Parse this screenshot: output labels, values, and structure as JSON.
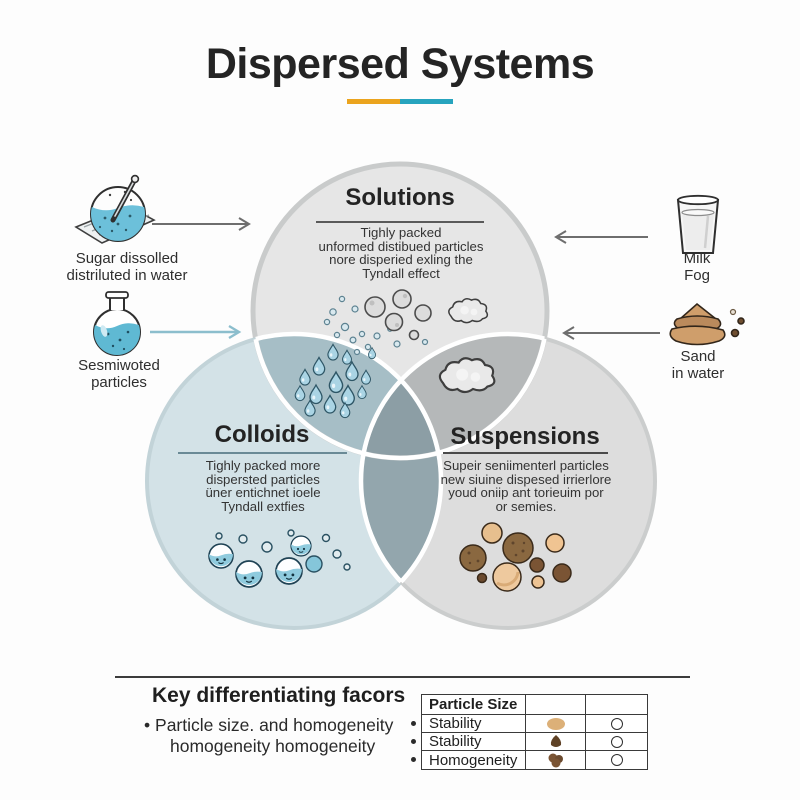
{
  "title": {
    "text": "Dispersed Systems"
  },
  "title_underline": {
    "orange": "#eba41e",
    "teal": "#27a4be"
  },
  "venn": {
    "solutions": {
      "heading": "Solutions",
      "lines": [
        "Tighly packed",
        "unformed distibued particles",
        "nore disperied exling the",
        "Tyndall effect"
      ]
    },
    "colloids": {
      "heading": "Colloids",
      "lines": [
        "Tighly packed more",
        "dispersted particles",
        "üner entichnet ioele",
        "Tyndall extfies"
      ]
    },
    "suspensions": {
      "heading": "Suspensions",
      "lines": [
        "Supeir seniimenterl particles",
        "new siuine dispesed irrierlore",
        "youd oniip ant torieuim por",
        "or semies."
      ]
    }
  },
  "annotations": {
    "sugar": {
      "line1": "Sugar dissolled",
      "line2": "distriluted in water",
      "icon": "sugar-bowl-icon"
    },
    "flask": {
      "line1": "Sesmiwoted",
      "line2": "particles",
      "icon": "flask-icon"
    },
    "milk": {
      "line1": "Milk",
      "line2": "Fog",
      "icon": "milk-glass-icon"
    },
    "sand": {
      "line1": "Sand",
      "line2": "in water",
      "icon": "sand-pile-icon"
    }
  },
  "footer": {
    "heading": "Key differentiating facors",
    "bullet_glyph": "•",
    "bullet_line1": "Particle size. and homogeneity",
    "bullet_line2": "homogeneity homogeneity",
    "table": {
      "header": "Particle Size",
      "rows": [
        {
          "label": "Stability",
          "particle": "light-tan-blob",
          "symbol": "open-circle"
        },
        {
          "label": "Stability",
          "particle": "dark-brown-blob",
          "symbol": "open-circle"
        },
        {
          "label": "Homogeneity",
          "particle": "brown-cluster-blob",
          "symbol": "open-circle"
        }
      ]
    }
  },
  "colors": {
    "solutions_fill": "#e6e6e6",
    "colloids_fill": "#d3e2e7",
    "suspensions_fill": "#dddddd",
    "overlap_sol_col": "#a6bec6",
    "overlap_sol_sus": "#b5b8b9",
    "overlap_col_sus": "#93a6ad",
    "overlap_center": "#8c9ea5",
    "droplet_blue": "#aad4e4",
    "bubble_gray": "#dcdcdc",
    "sediment_brown": "#8a6840",
    "sediment_tan": "#eec99e"
  }
}
